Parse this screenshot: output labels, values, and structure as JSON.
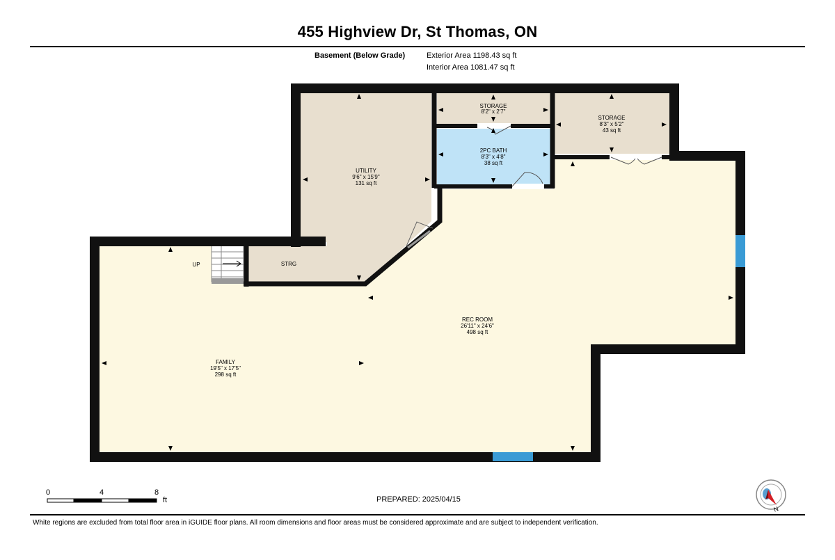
{
  "header": {
    "title": "455 Highview Dr, St Thomas, ON",
    "level": "Basement (Below Grade)",
    "exterior_area": "Exterior Area 1198.43 sq ft",
    "interior_area": "Interior Area 1081.47 sq ft"
  },
  "rooms": {
    "utility": {
      "name": "UTILITY",
      "dims": "9'6\" x 15'9\"",
      "area": "131 sq ft"
    },
    "storage1": {
      "name": "STORAGE",
      "dims": "8'2\" x 2'7\""
    },
    "storage2": {
      "name": "STORAGE",
      "dims": "8'3\" x 5'2\"",
      "area": "43 sq ft"
    },
    "bath": {
      "name": "2PC BATH",
      "dims": "8'3\" x 4'8\"",
      "area": "38 sq ft"
    },
    "strg": {
      "name": "STRG"
    },
    "rec": {
      "name": "REC ROOM",
      "dims": "26'11\" x 24'6\"",
      "area": "498 sq ft"
    },
    "family": {
      "name": "FAMILY",
      "dims": "19'5\" x 17'5\"",
      "area": "298 sq ft"
    },
    "stairs": {
      "label": "UP"
    }
  },
  "colors": {
    "wall": "#111111",
    "floor_main": "#fdf8e1",
    "floor_utility": "#e8dfcf",
    "floor_bath": "#bfe3f7",
    "window": "#3a9bd5"
  },
  "scale": {
    "ticks": [
      "0",
      "4",
      "8"
    ],
    "unit": "ft"
  },
  "footer": {
    "prepared": "PREPARED: 2025/04/15",
    "disclaimer": "White regions are excluded from total floor area in iGUIDE floor plans. All room dimensions and floor areas must be considered approximate and are subject to independent verification.",
    "compass_label": "N"
  }
}
